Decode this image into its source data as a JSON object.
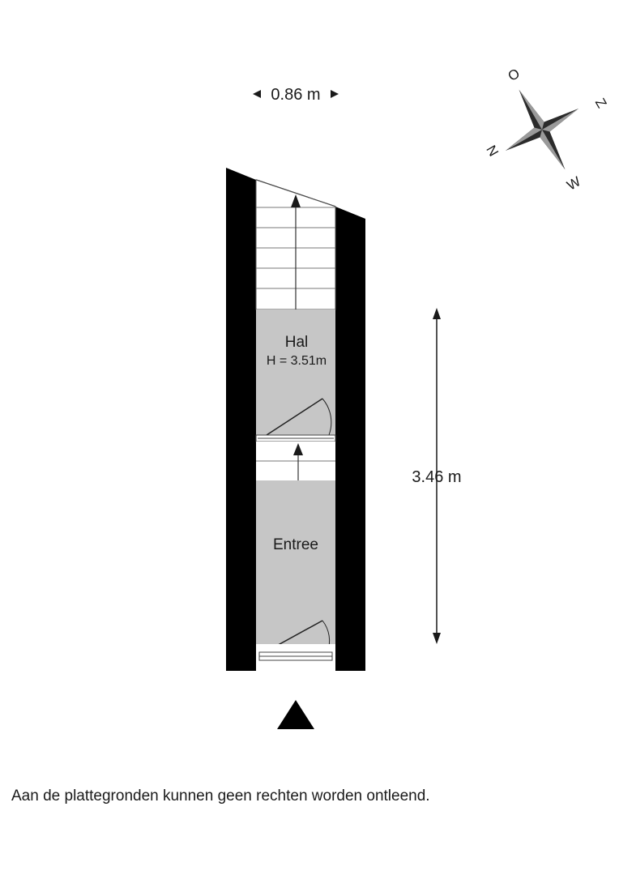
{
  "dimensions": {
    "width_label": "0.86 m",
    "length_label": "3.46 m"
  },
  "rooms": {
    "hal": {
      "name": "Hal",
      "height_label": "H = 3.51m"
    },
    "entree": {
      "name": "Entree"
    }
  },
  "compass": {
    "north": "N",
    "east": "O",
    "south": "Z",
    "west": "W"
  },
  "disclaimer": "Aan de plattegronden kunnen geen rechten worden ontleend.",
  "colors": {
    "wall": "#000000",
    "room_fill": "#c6c6c6",
    "line": "#1a1a1a"
  }
}
